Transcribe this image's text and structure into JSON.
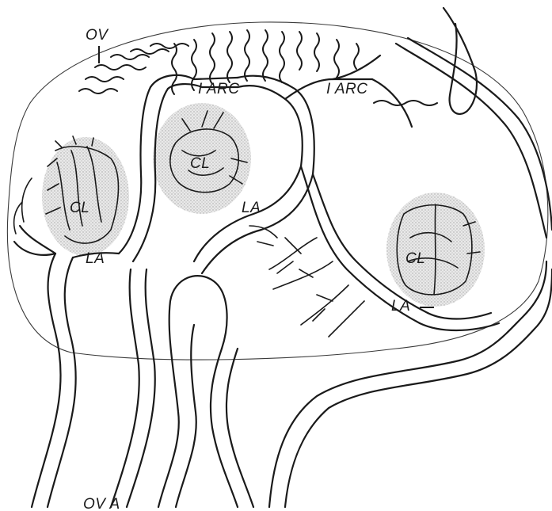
{
  "labels": {
    "ovary": "OV",
    "ovarian_artery": "OV A",
    "arcade_left": "I ARC",
    "arcade_right": "I ARC",
    "corpus_luteum_1": "CL",
    "corpus_luteum_2": "CL",
    "corpus_luteum_3": "CL",
    "luteal_artery_1": "LA",
    "luteal_artery_2": "LA",
    "luteal_artery_3": "LA"
  },
  "colors": {
    "ink": "#1a1a1a",
    "stipple": "#b8b8b8"
  }
}
